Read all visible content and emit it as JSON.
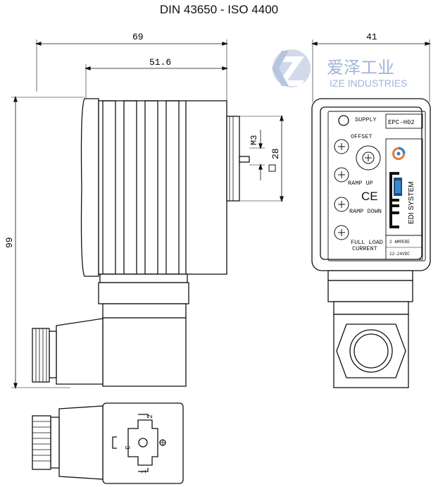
{
  "title": "DIN 43650 - ISO 4400",
  "watermark": {
    "cn": "爱泽工业",
    "en": "IZE INDUSTRIES",
    "color": "#9fb6d6"
  },
  "dimensions": {
    "overall_width": "69",
    "body_width": "51.6",
    "front_width": "41",
    "height": "99",
    "thread": "M3",
    "square": "28"
  },
  "panel": {
    "supply": "SUPPLY",
    "model": "EPC-H02",
    "offset": "OFFSET",
    "ramp_up": "RAMP UP",
    "ramp_down": "RAMP DOWN",
    "full_load_1": "FULL LOAD",
    "full_load_2": "CURRENT",
    "ce": "CE",
    "brand": "EDI SYSTEM",
    "rating_1": "2 AMPERE",
    "rating_2": "12-24VDC"
  },
  "pins": {
    "p1": "1",
    "p2": "2",
    "p3": "3"
  }
}
